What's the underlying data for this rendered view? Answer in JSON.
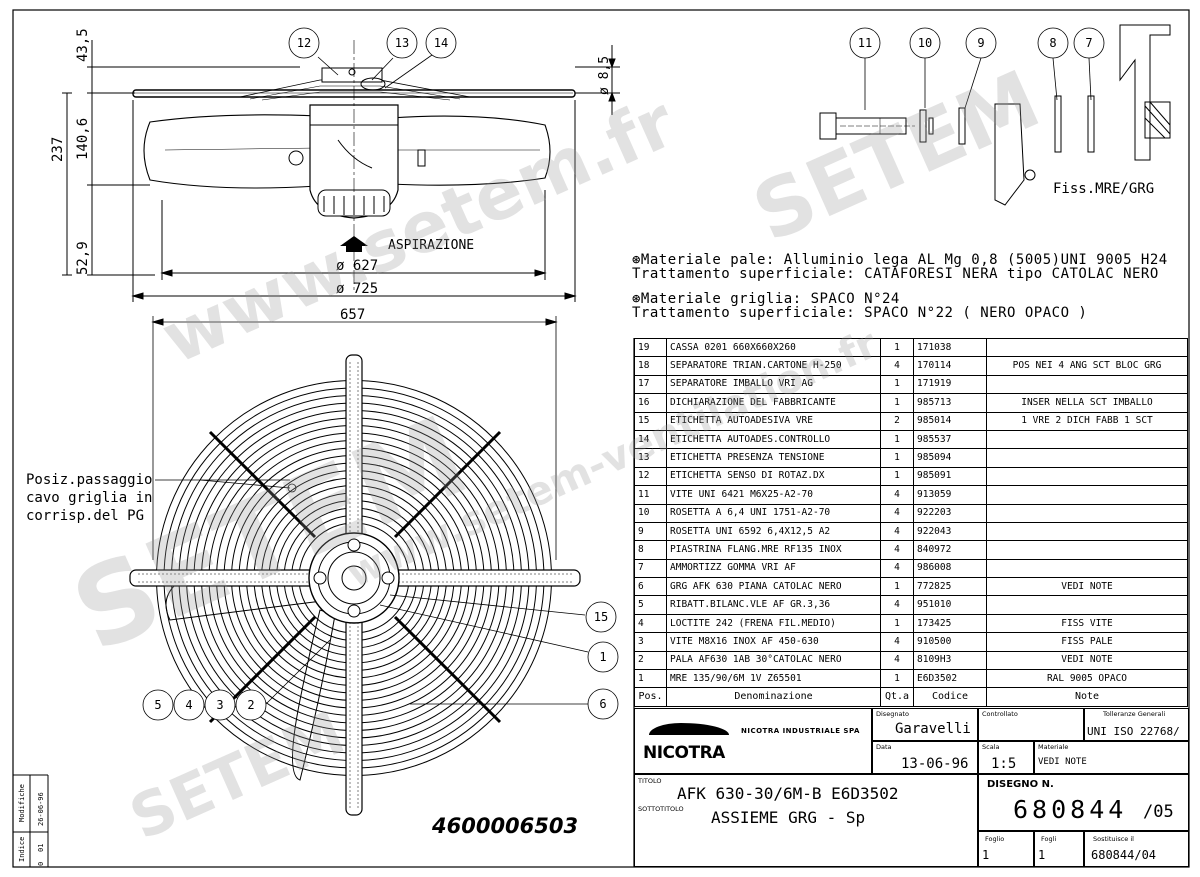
{
  "dimensions": {
    "d_43_5": "43,5",
    "d_237": "237",
    "d_140_6": "140,6",
    "d_52_9": "52,9",
    "d_8_5": "ø 8,5",
    "d_627": "ø 627",
    "d_725": "ø 725",
    "d_657": "657"
  },
  "aspirazione_label": "ASPIRAZIONE",
  "fixing_label": "Fiss.MRE/GRG",
  "callouts": {
    "c1": "1",
    "c2": "2",
    "c3": "3",
    "c4": "4",
    "c5": "5",
    "c6": "6",
    "c7": "7",
    "c8": "8",
    "c9": "9",
    "c10": "10",
    "c11": "11",
    "c12": "12",
    "c13": "13",
    "c14": "14",
    "c15": "15"
  },
  "notes": {
    "line1": "⊛Materiale pale: Alluminio lega AL Mg 0,8 (5005)UNI 9005 H24",
    "line2": " Trattamento superficiale: CATAFORESI NERA tipo CATOLAC NERO",
    "line3": "⊛Materiale griglia: SPACO N°24",
    "line4": " Trattamento superficiale: SPACO  N°22 ( NERO OPACO )"
  },
  "side_note": {
    "line1": "Posiz.passaggio",
    "line2": "cavo griglia in",
    "line3": "corrisp.del PG"
  },
  "bom": {
    "header": {
      "pos": "Pos.",
      "name": "Denominazione",
      "qty": "Qt.a",
      "code": "Codice",
      "note": "Note"
    },
    "rows": [
      {
        "pos": "19",
        "name": "CASSA 0201 660X660X260",
        "qty": "1",
        "code": "171038",
        "note": ""
      },
      {
        "pos": "18",
        "name": "SEPARATORE TRIAN.CARTONE H-250",
        "qty": "4",
        "code": "170114",
        "note": "POS NEI 4 ANG SCT BLOC GRG"
      },
      {
        "pos": "17",
        "name": "SEPARATORE IMBALLO VRI AG",
        "qty": "1",
        "code": "171919",
        "note": ""
      },
      {
        "pos": "16",
        "name": "DICHIARAZIONE DEL FABBRICANTE",
        "qty": "1",
        "code": "985713",
        "note": "INSER NELLA SCT IMBALLO"
      },
      {
        "pos": "15",
        "name": "ETICHETTA AUTOADESIVA VRE",
        "qty": "2",
        "code": "985014",
        "note": "1 VRE 2 DICH FABB 1 SCT"
      },
      {
        "pos": "14",
        "name": "ETICHETTA AUTOADES.CONTROLLO",
        "qty": "1",
        "code": "985537",
        "note": ""
      },
      {
        "pos": "13",
        "name": "ETICHETTA PRESENZA TENSIONE",
        "qty": "1",
        "code": "985094",
        "note": ""
      },
      {
        "pos": "12",
        "name": "ETICHETTA SENSO DI ROTAZ.DX",
        "qty": "1",
        "code": "985091",
        "note": ""
      },
      {
        "pos": "11",
        "name": "VITE UNI 6421 M6X25-A2-70",
        "qty": "4",
        "code": "913059",
        "note": ""
      },
      {
        "pos": "10",
        "name": "ROSETTA A 6,4 UNI 1751-A2-70",
        "qty": "4",
        "code": "922203",
        "note": ""
      },
      {
        "pos": "9",
        "name": "ROSETTA UNI 6592 6,4X12,5 A2",
        "qty": "4",
        "code": "922043",
        "note": ""
      },
      {
        "pos": "8",
        "name": "PIASTRINA FLANG.MRE RF135 INOX",
        "qty": "4",
        "code": "840972",
        "note": ""
      },
      {
        "pos": "7",
        "name": "AMMORTIZZ GOMMA VRI AF",
        "qty": "4",
        "code": "986008",
        "note": ""
      },
      {
        "pos": "6",
        "name": "GRG AFK 630 PIANA CATOLAC NERO",
        "qty": "1",
        "code": "772825",
        "note": "VEDI NOTE"
      },
      {
        "pos": "5",
        "name": "RIBATT.BILANC.VLE AF GR.3,36",
        "qty": "4",
        "code": "951010",
        "note": ""
      },
      {
        "pos": "4",
        "name": "LOCTITE 242 (FRENA FIL.MEDIO)",
        "qty": "1",
        "code": "173425",
        "note": "FISS VITE"
      },
      {
        "pos": "3",
        "name": "VITE M8X16 INOX AF 450-630",
        "qty": "4",
        "code": "910500",
        "note": "FISS PALE"
      },
      {
        "pos": "2",
        "name": "PALA AF630 1AB 30°CATOLAC NERO",
        "qty": "4",
        "code": "8109H3",
        "note": "VEDI NOTE"
      },
      {
        "pos": "1",
        "name": "MRE 135/90/6M 1V Z65501",
        "qty": "1",
        "code": "E6D3502",
        "note": "RAL 9005 OPACO"
      }
    ]
  },
  "title_block": {
    "company": "NICOTRA INDUSTRIALE SPA",
    "logo_text": "NICOTRA",
    "disegnato_label": "Disegnato",
    "disegnato_value": "Garavelli",
    "controllato_label": "Controllato",
    "tolleranze_label": "Tolleranze Generali",
    "tolleranze_value": "UNI ISO 22768/",
    "data_label": "Data",
    "data_value": "13-06-96",
    "scala_label": "Scala",
    "scala_value": "1:5",
    "materiale_label": "Materiale",
    "materiale_value": "VEDI NOTE",
    "titolo_label": "TITOLO",
    "titolo_value": "AFK 630-30/6M-B E6D3502",
    "sottotitolo_label": "SOTTOTITOLO",
    "sottotitolo_value": "ASSIEME GRG - Sp",
    "disegno_label": "DISEGNO N.",
    "disegno_value": "680844",
    "disegno_rev": "/05",
    "foglio_label": "Foglio",
    "foglio_value": "1",
    "fogli_label": "Fogli",
    "fogli_value": "1",
    "sostituisce_label": "Sostituisce il",
    "sostituisce_value": "680844/04"
  },
  "revision": {
    "modifiche_label": "Modifiche",
    "indice_label": "Indice",
    "date_value": "26-06-96",
    "index_value": "01",
    "index_first": "0"
  },
  "part_number": "4600006503",
  "watermarks": {
    "w1": "www.setem.fr",
    "w2": "SETEM",
    "w3": "SETEM",
    "w4": "www.setem-ventilation.fr",
    "w5": "SETEM"
  }
}
